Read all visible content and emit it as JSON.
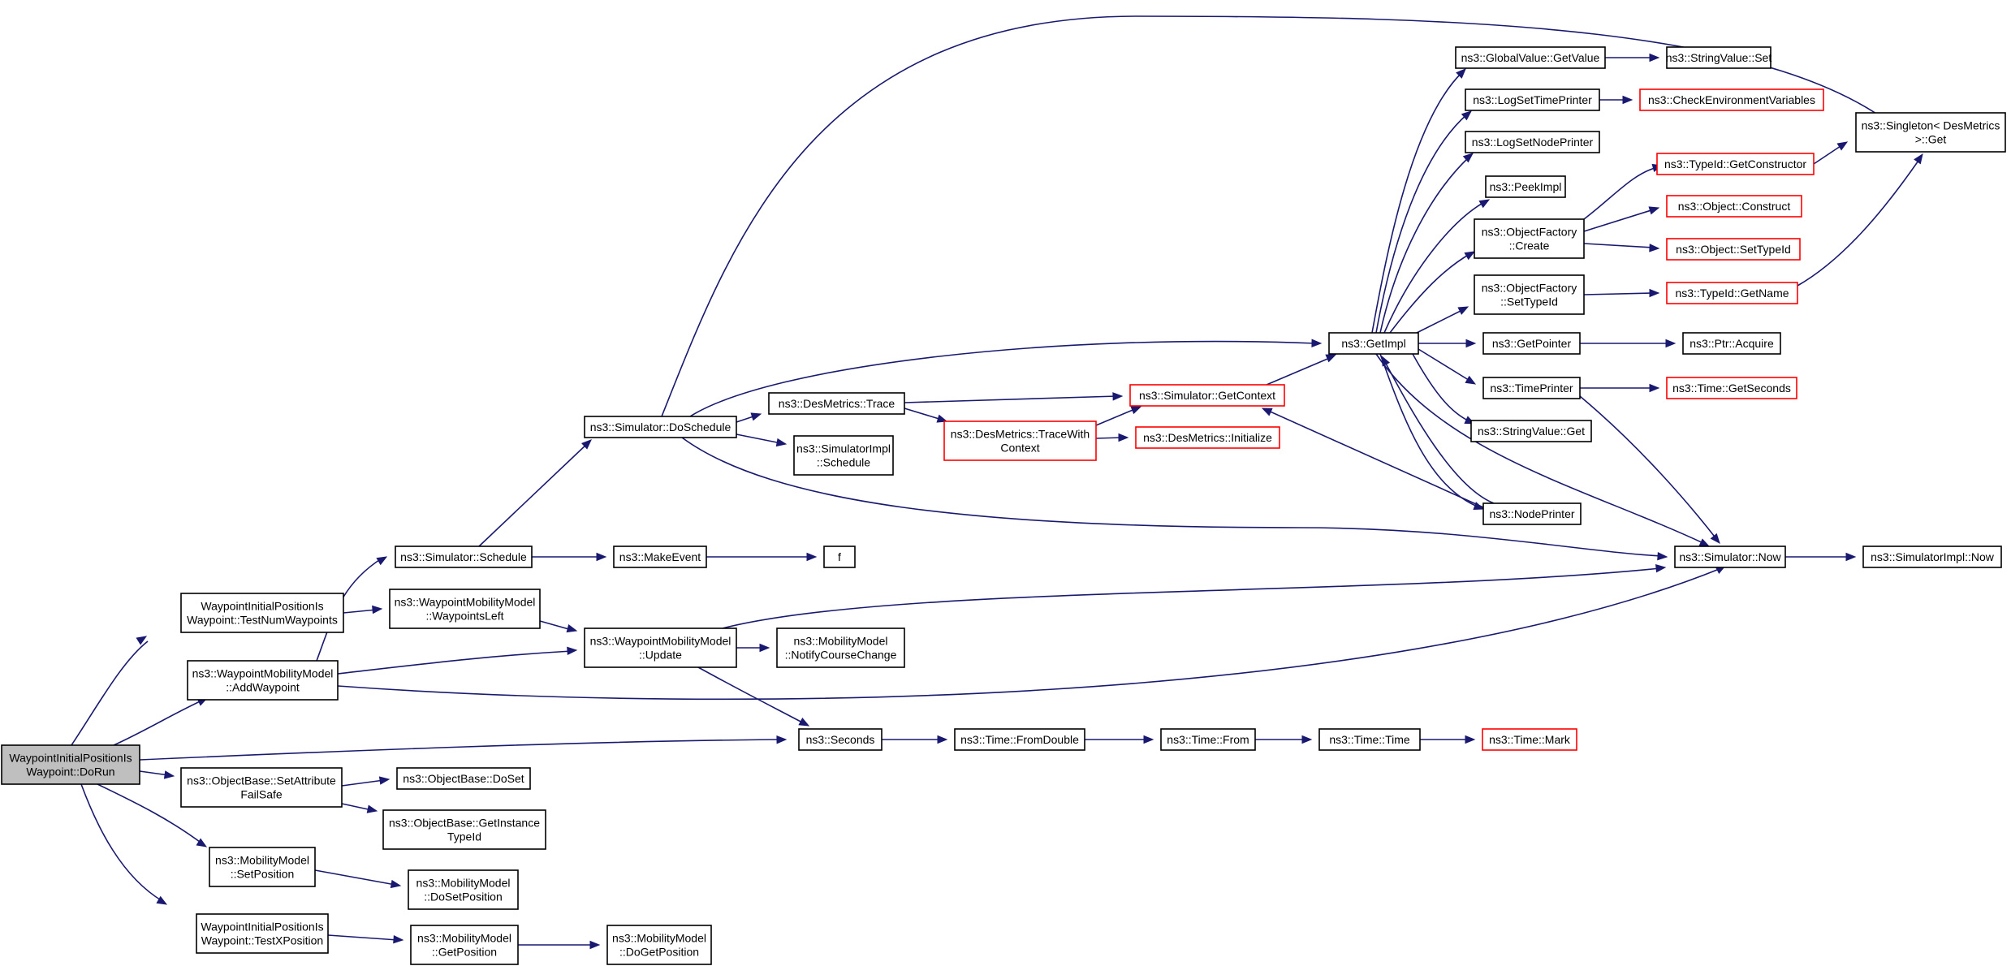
{
  "colors": {
    "edge": "#191970",
    "node_border": "#000000",
    "truncated_border": "#ff0000",
    "root_fill": "#bfbfbf",
    "node_fill": "#ffffff"
  },
  "nodes": [
    {
      "id": "root",
      "lines": [
        "WaypointInitialPositionIs",
        "Waypoint::DoRun"
      ],
      "style": "root"
    },
    {
      "id": "testnum",
      "lines": [
        "WaypointInitialPositionIs",
        "Waypoint::TestNumWaypoints"
      ],
      "style": "normal"
    },
    {
      "id": "addwp",
      "lines": [
        "ns3::WaypointMobilityModel",
        "::AddWaypoint"
      ],
      "style": "normal"
    },
    {
      "id": "setattr",
      "lines": [
        "ns3::ObjectBase::SetAttribute",
        "FailSafe"
      ],
      "style": "normal"
    },
    {
      "id": "setpos",
      "lines": [
        "ns3::MobilityModel",
        "::SetPosition"
      ],
      "style": "normal"
    },
    {
      "id": "testx",
      "lines": [
        "WaypointInitialPositionIs",
        "Waypoint::TestXPosition"
      ],
      "style": "normal"
    },
    {
      "id": "schedule",
      "lines": [
        "ns3::Simulator::Schedule"
      ],
      "style": "normal"
    },
    {
      "id": "wpleft",
      "lines": [
        "ns3::WaypointMobilityModel",
        "::WaypointsLeft"
      ],
      "style": "normal"
    },
    {
      "id": "doset",
      "lines": [
        "ns3::ObjectBase::DoSet"
      ],
      "style": "normal"
    },
    {
      "id": "getinst",
      "lines": [
        "ns3::ObjectBase::GetInstance",
        "TypeId"
      ],
      "style": "normal"
    },
    {
      "id": "dosetpos",
      "lines": [
        "ns3::MobilityModel",
        "::DoSetPosition"
      ],
      "style": "normal"
    },
    {
      "id": "getpos",
      "lines": [
        "ns3::MobilityModel",
        "::GetPosition"
      ],
      "style": "normal"
    },
    {
      "id": "dogetpos",
      "lines": [
        "ns3::MobilityModel",
        "::DoGetPosition"
      ],
      "style": "normal"
    },
    {
      "id": "doschedule",
      "lines": [
        "ns3::Simulator::DoSchedule"
      ],
      "style": "normal"
    },
    {
      "id": "update",
      "lines": [
        "ns3::WaypointMobilityModel",
        "::Update"
      ],
      "style": "normal"
    },
    {
      "id": "makeevent",
      "lines": [
        "ns3::MakeEvent"
      ],
      "style": "normal"
    },
    {
      "id": "f",
      "lines": [
        "f"
      ],
      "style": "normal"
    },
    {
      "id": "notify",
      "lines": [
        "ns3::MobilityModel",
        "::NotifyCourseChange"
      ],
      "style": "normal"
    },
    {
      "id": "seconds",
      "lines": [
        "ns3::Seconds"
      ],
      "style": "normal"
    },
    {
      "id": "fromdouble",
      "lines": [
        "ns3::Time::FromDouble"
      ],
      "style": "normal"
    },
    {
      "id": "from",
      "lines": [
        "ns3::Time::From"
      ],
      "style": "normal"
    },
    {
      "id": "time",
      "lines": [
        "ns3::Time::Time"
      ],
      "style": "normal"
    },
    {
      "id": "mark",
      "lines": [
        "ns3::Time::Mark"
      ],
      "style": "red"
    },
    {
      "id": "trace",
      "lines": [
        "ns3::DesMetrics::Trace"
      ],
      "style": "normal"
    },
    {
      "id": "implsched",
      "lines": [
        "ns3::SimulatorImpl",
        "::Schedule"
      ],
      "style": "normal"
    },
    {
      "id": "tracewith",
      "lines": [
        "ns3::DesMetrics::TraceWith",
        "Context"
      ],
      "style": "red"
    },
    {
      "id": "getcontext",
      "lines": [
        "ns3::Simulator::GetContext"
      ],
      "style": "red"
    },
    {
      "id": "initialize",
      "lines": [
        "ns3::DesMetrics::Initialize"
      ],
      "style": "red"
    },
    {
      "id": "getimpl",
      "lines": [
        "ns3::GetImpl"
      ],
      "style": "normal"
    },
    {
      "id": "gvget",
      "lines": [
        "ns3::GlobalValue::GetValue"
      ],
      "style": "normal"
    },
    {
      "id": "logtime",
      "lines": [
        "ns3::LogSetTimePrinter"
      ],
      "style": "normal"
    },
    {
      "id": "lognode",
      "lines": [
        "ns3::LogSetNodePrinter"
      ],
      "style": "normal"
    },
    {
      "id": "peek",
      "lines": [
        "ns3::PeekImpl"
      ],
      "style": "normal"
    },
    {
      "id": "ofcreate",
      "lines": [
        "ns3::ObjectFactory",
        "::Create"
      ],
      "style": "normal"
    },
    {
      "id": "ofsettype",
      "lines": [
        "ns3::ObjectFactory",
        "::SetTypeId"
      ],
      "style": "normal"
    },
    {
      "id": "getpointer",
      "lines": [
        "ns3::GetPointer"
      ],
      "style": "normal"
    },
    {
      "id": "timeprinter",
      "lines": [
        "ns3::TimePrinter"
      ],
      "style": "normal"
    },
    {
      "id": "svget",
      "lines": [
        "ns3::StringValue::Get"
      ],
      "style": "normal"
    },
    {
      "id": "nodeprinter",
      "lines": [
        "ns3::NodePrinter"
      ],
      "style": "normal"
    },
    {
      "id": "now",
      "lines": [
        "ns3::Simulator::Now"
      ],
      "style": "normal"
    },
    {
      "id": "implnow",
      "lines": [
        "ns3::SimulatorImpl::Now"
      ],
      "style": "normal"
    },
    {
      "id": "svset",
      "lines": [
        "ns3::StringValue::Set"
      ],
      "style": "normal"
    },
    {
      "id": "checkenv",
      "lines": [
        "ns3::CheckEnvironmentVariables"
      ],
      "style": "red"
    },
    {
      "id": "getctor",
      "lines": [
        "ns3::TypeId::GetConstructor"
      ],
      "style": "red"
    },
    {
      "id": "construct",
      "lines": [
        "ns3::Object::Construct"
      ],
      "style": "red"
    },
    {
      "id": "settypeid",
      "lines": [
        "ns3::Object::SetTypeId"
      ],
      "style": "red"
    },
    {
      "id": "getname",
      "lines": [
        "ns3::TypeId::GetName"
      ],
      "style": "red"
    },
    {
      "id": "acquire",
      "lines": [
        "ns3::Ptr::Acquire"
      ],
      "style": "normal"
    },
    {
      "id": "getseconds",
      "lines": [
        "ns3::Time::GetSeconds"
      ],
      "style": "red"
    },
    {
      "id": "singleton",
      "lines": [
        "ns3::Singleton< DesMetrics",
        " >::Get"
      ],
      "style": "normal"
    }
  ],
  "edges": [
    [
      "root",
      "testnum"
    ],
    [
      "root",
      "addwp"
    ],
    [
      "root",
      "seconds"
    ],
    [
      "root",
      "setattr"
    ],
    [
      "root",
      "setpos"
    ],
    [
      "root",
      "testx"
    ],
    [
      "testnum",
      "wpleft"
    ],
    [
      "addwp",
      "schedule"
    ],
    [
      "addwp",
      "update"
    ],
    [
      "addwp",
      "now"
    ],
    [
      "setattr",
      "doset"
    ],
    [
      "setattr",
      "getinst"
    ],
    [
      "setpos",
      "dosetpos"
    ],
    [
      "testx",
      "getpos"
    ],
    [
      "getpos",
      "dogetpos"
    ],
    [
      "schedule",
      "doschedule"
    ],
    [
      "schedule",
      "makeevent"
    ],
    [
      "makeevent",
      "f"
    ],
    [
      "wpleft",
      "update"
    ],
    [
      "update",
      "notify"
    ],
    [
      "update",
      "seconds"
    ],
    [
      "update",
      "now"
    ],
    [
      "seconds",
      "fromdouble"
    ],
    [
      "fromdouble",
      "from"
    ],
    [
      "from",
      "time"
    ],
    [
      "time",
      "mark"
    ],
    [
      "doschedule",
      "singleton"
    ],
    [
      "doschedule",
      "getimpl"
    ],
    [
      "doschedule",
      "trace"
    ],
    [
      "doschedule",
      "implsched"
    ],
    [
      "doschedule",
      "now"
    ],
    [
      "trace",
      "getcontext"
    ],
    [
      "trace",
      "tracewith"
    ],
    [
      "tracewith",
      "getcontext"
    ],
    [
      "tracewith",
      "initialize"
    ],
    [
      "getcontext",
      "getimpl"
    ],
    [
      "getimpl",
      "gvget"
    ],
    [
      "getimpl",
      "logtime"
    ],
    [
      "getimpl",
      "lognode"
    ],
    [
      "getimpl",
      "peek"
    ],
    [
      "getimpl",
      "ofcreate"
    ],
    [
      "getimpl",
      "ofsettype"
    ],
    [
      "getimpl",
      "getpointer"
    ],
    [
      "getimpl",
      "timeprinter"
    ],
    [
      "getimpl",
      "svget"
    ],
    [
      "getimpl",
      "nodeprinter"
    ],
    [
      "getimpl",
      "now"
    ],
    [
      "gvget",
      "svset"
    ],
    [
      "logtime",
      "checkenv"
    ],
    [
      "ofcreate",
      "getctor"
    ],
    [
      "ofcreate",
      "construct"
    ],
    [
      "ofcreate",
      "settypeid"
    ],
    [
      "ofsettype",
      "getname"
    ],
    [
      "getctor",
      "singleton"
    ],
    [
      "getname",
      "singleton"
    ],
    [
      "getpointer",
      "acquire"
    ],
    [
      "timeprinter",
      "getseconds"
    ],
    [
      "timeprinter",
      "now"
    ],
    [
      "nodeprinter",
      "getcontext"
    ],
    [
      "nodeprinter",
      "getimpl"
    ],
    [
      "now",
      "implnow"
    ]
  ]
}
